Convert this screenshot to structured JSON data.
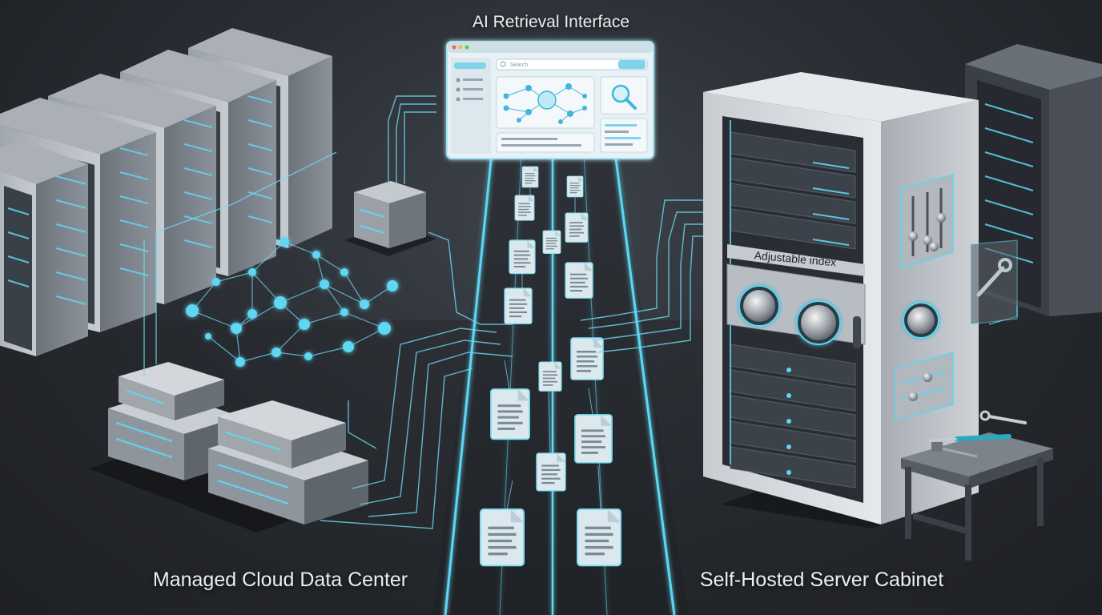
{
  "title": "AI Retrieval Interface",
  "sections": {
    "left_label": "Managed Cloud Data Center",
    "right_label": "Self-Hosted Server Cabinet"
  },
  "cabinet": {
    "index_label": "Adjustable index"
  },
  "interface": {
    "search_placeholder": "Search"
  },
  "colors": {
    "accent": "#5fd6f2",
    "background": "#2b2f35",
    "server_body": "#b9bec4",
    "cabinet_body": "#d3d7db",
    "panel_bg": "#e9f2f6"
  },
  "icons": [
    "document-icon",
    "search-magnifier-icon",
    "network-graph-icon",
    "wrench-icon",
    "screwdriver-icon",
    "knob-icon",
    "slider-icon"
  ]
}
